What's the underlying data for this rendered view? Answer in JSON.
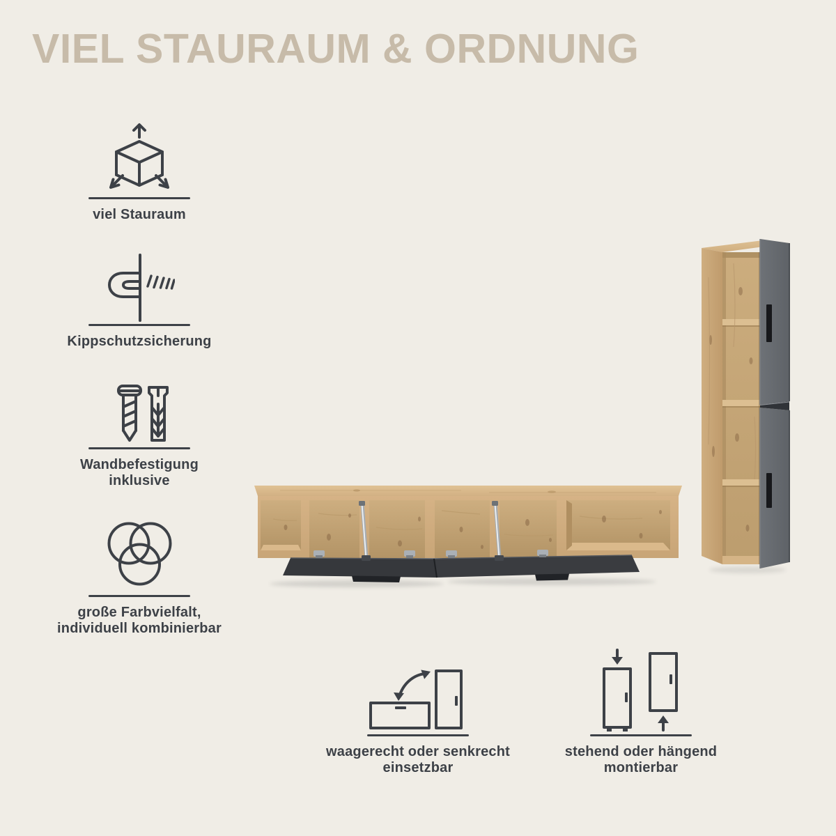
{
  "title": {
    "text": "VIEL STAURAUM & ORDNUNG",
    "color": "#c7bba9"
  },
  "features": [
    {
      "icon": "storage-cube-arrows-icon",
      "lines": [
        "viel Stauraum"
      ]
    },
    {
      "icon": "anti-tip-wall-screw-icon",
      "lines": [
        "Kippschutzsicherung"
      ]
    },
    {
      "icon": "screw-and-dowel-icon",
      "lines": [
        "Wandbefestigung",
        "inklusive"
      ]
    },
    {
      "icon": "overlapping-circles-icon",
      "lines": [
        "große Farbvielfalt,",
        "individuell kombinierbar"
      ]
    }
  ],
  "placement_features": [
    {
      "icon": "horizontal-or-vertical-cabinet-icon",
      "lines": [
        "waagerecht oder senkrecht",
        "einsetzbar"
      ]
    },
    {
      "icon": "standing-or-hanging-cabinet-icon",
      "lines": [
        "stehend oder hängend",
        "montierbar"
      ]
    }
  ],
  "products": [
    {
      "name": "wall-mounted-lowboard-with-open-flaps"
    },
    {
      "name": "tall-cabinet-with-open-grey-doors"
    }
  ],
  "colors": {
    "background": "#f0ede6",
    "title": "#c7bba9",
    "icon_and_text": "#3d4147",
    "wood_light": "#d5b285",
    "wood_dark": "#b79869",
    "flap_anthracite": "#36383c",
    "door_grey": "#66696e",
    "handle_black": "#17181b",
    "metal_strut": "#e9ecef"
  }
}
